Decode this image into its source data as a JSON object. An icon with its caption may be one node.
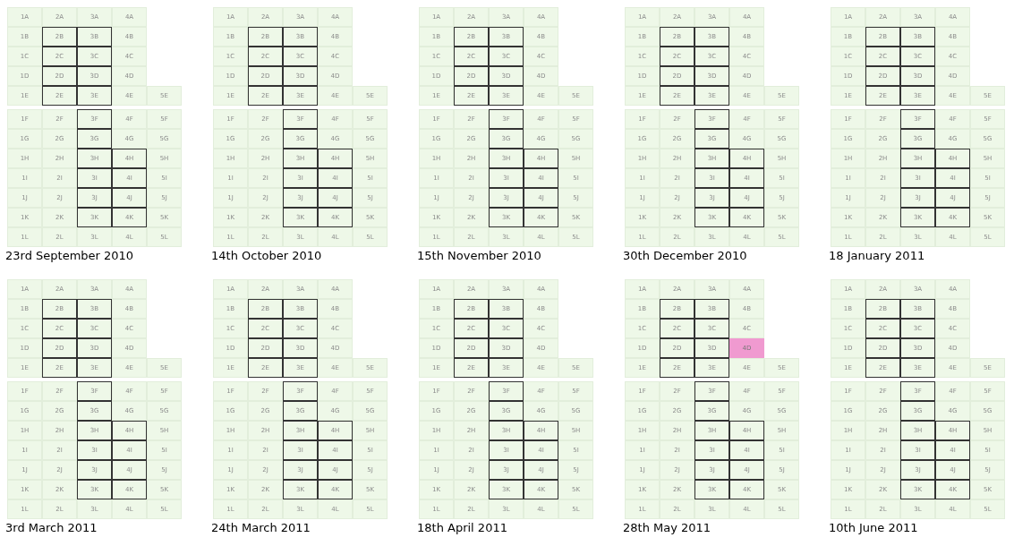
{
  "diagram": {
    "labels": [
      "1A",
      "2A",
      "3A",
      "4A",
      "1B",
      "2B",
      "3B",
      "4B",
      "1C",
      "2C",
      "3C",
      "4C",
      "1D",
      "2D",
      "3D",
      "4D",
      "1E",
      "2E",
      "3E",
      "4E",
      "5E",
      "1F",
      "2F",
      "3F",
      "4F",
      "5F",
      "1G",
      "2G",
      "3G",
      "4G",
      "5G",
      "1H",
      "2H",
      "3H",
      "4H",
      "5H",
      "1I",
      "2I",
      "3I",
      "4I",
      "5I",
      "1J",
      "2J",
      "3J",
      "4J",
      "5J",
      "1K",
      "2K",
      "3K",
      "4K",
      "5K",
      "1L",
      "2L",
      "3L",
      "4L",
      "5L",
      "23rd September 2010",
      "1A",
      "2A",
      "3A",
      "4A",
      "1B",
      "2B",
      "3B",
      "4B",
      "1C",
      "2C",
      "3C",
      "4C",
      "1D",
      "2D",
      "3D",
      "4D",
      "1E",
      "2E",
      "3E",
      "4E",
      "5E",
      "1F",
      "2F",
      "3F",
      "4F",
      "5F",
      "1G",
      "2G",
      "3G",
      "4G",
      "5G",
      "1H",
      "2H",
      "3H",
      "4H",
      "5H",
      "1I",
      "2I",
      "3I",
      "4I",
      "5I",
      "1J",
      "2J",
      "3J",
      "4J",
      "5J",
      "1K",
      "2K",
      "3K",
      "4K",
      "5K",
      "1L",
      "2L",
      "3L",
      "4L",
      "5L",
      "14th October 2010",
      "1A",
      "2A",
      "3A",
      "4A",
      "1B",
      "2B",
      "3B",
      "4B",
      "1C",
      "2C",
      "3C",
      "4C",
      "1D",
      "2D",
      "3D",
      "4D",
      "1E",
      "2E",
      "3E",
      "4E",
      "5E",
      "1F",
      "2F",
      "3F",
      "4F",
      "5F",
      "1G",
      "2G",
      "3G",
      "4G",
      "5G",
      "1H",
      "2H",
      "3H",
      "4H",
      "5H",
      "1I",
      "2I",
      "3I",
      "4I",
      "5I",
      "1J",
      "2J",
      "3J",
      "4J",
      "5J",
      "1K",
      "2K",
      "3K",
      "4K",
      "5K",
      "1L",
      "2L",
      "3L",
      "4L",
      "5L",
      "15th November 2010",
      "1A",
      "2A",
      "3A",
      "4A",
      "1B",
      "2B",
      "3B",
      "4B",
      "1C",
      "2C",
      "3C",
      "4C",
      "1D",
      "2D",
      "3D",
      "4D",
      "1E",
      "2E",
      "3E",
      "4E",
      "5E",
      "1F",
      "2F",
      "3F",
      "4F",
      "5F",
      "1G",
      "2G",
      "3G",
      "4G",
      "5G",
      "1H",
      "2H",
      "3H",
      "4H",
      "5H",
      "1I",
      "2I",
      "3I",
      "4I",
      "5I",
      "1J",
      "2J",
      "3J",
      "4J",
      "5J",
      "1K",
      "2K",
      "3K",
      "4K",
      "5K",
      "1L",
      "2L",
      "3L",
      "4L",
      "5L",
      "30th December 2010",
      "1A",
      "2A",
      "3A",
      "4A",
      "1B",
      "2B",
      "3B",
      "4B",
      "1C",
      "2C",
      "3C",
      "4C",
      "1D",
      "2D",
      "3D",
      "4D",
      "1E",
      "2E",
      "3E",
      "4E",
      "5E",
      "1F",
      "2F",
      "3F",
      "4F",
      "5F",
      "1G",
      "2G",
      "3G",
      "4G",
      "5G",
      "1H",
      "2H",
      "3H",
      "4H",
      "5H",
      "1I",
      "2I",
      "3I",
      "4I",
      "5I",
      "1J",
      "2J",
      "3J",
      "4J",
      "5J",
      "1K",
      "2K",
      "3K",
      "4K",
      "5K",
      "1L",
      "2L",
      "3L",
      "4L",
      "5L",
      "18 January 2011",
      "1A",
      "2A",
      "3A",
      "4A",
      "1B",
      "2B",
      "3B",
      "4B",
      "1C",
      "2C",
      "3C",
      "4C",
      "1D",
      "2D",
      "3D",
      "4D",
      "1E",
      "2E",
      "3E",
      "4E",
      "5E",
      "1F",
      "2F",
      "3F",
      "4F",
      "5F",
      "1G",
      "2G",
      "3G",
      "4G",
      "5G",
      "1H",
      "2H",
      "3H",
      "4H",
      "5H",
      "1I",
      "2I",
      "3I",
      "4I",
      "5I",
      "1J",
      "2J",
      "3J",
      "4J",
      "5J",
      "1K",
      "2K",
      "3K",
      "4K",
      "5K",
      "1L",
      "2L",
      "3L",
      "4L",
      "5L",
      "3rd March 2011",
      "1A",
      "2A",
      "3A",
      "4A",
      "1B",
      "2B",
      "3B",
      "4B",
      "1C",
      "2C",
      "3C",
      "4C",
      "1D",
      "2D",
      "3D",
      "4D",
      "1E",
      "2E",
      "3E",
      "4E",
      "5E",
      "1F",
      "2F",
      "3F",
      "4F",
      "5F",
      "1G",
      "2G",
      "3G",
      "4G",
      "5G",
      "1H",
      "2H",
      "3H",
      "4H",
      "5H",
      "1I",
      "2I",
      "3I",
      "4I",
      "5I",
      "1J",
      "2J",
      "3J",
      "4J",
      "5J",
      "1K",
      "2K",
      "3K",
      "4K",
      "5K",
      "1L",
      "2L",
      "3L",
      "4L",
      "5L",
      "24th March 2011",
      "1A",
      "2A",
      "3A",
      "4A",
      "1B",
      "2B",
      "3B",
      "4B",
      "1C",
      "2C",
      "3C",
      "4C",
      "1D",
      "2D",
      "3D",
      "4D",
      "1E",
      "2E",
      "3E",
      "4E",
      "5E",
      "1F",
      "2F",
      "3F",
      "4F",
      "5F",
      "1G",
      "2G",
      "3G",
      "4G",
      "5G",
      "1H",
      "2H",
      "3H",
      "4H",
      "5H",
      "1I",
      "2I",
      "3I",
      "4I",
      "5I",
      "1J",
      "2J",
      "3J",
      "4J",
      "5J",
      "1K",
      "2K",
      "3K",
      "4K",
      "5K",
      "1L",
      "2L",
      "3L",
      "4L",
      "5L",
      "18th April 2011",
      "1A",
      "2A",
      "3A",
      "4A",
      "1B",
      "2B",
      "3B",
      "4B",
      "1C",
      "2C",
      "3C",
      "4C",
      "1D",
      "2D",
      "3D",
      "4D",
      "1E",
      "2E",
      "3E",
      "4E",
      "5E",
      "1F",
      "2F",
      "3F",
      "4F",
      "5F",
      "1G",
      "2G",
      "3G",
      "4G",
      "5G",
      "1H",
      "2H",
      "3H",
      "4H",
      "5H",
      "1I",
      "2I",
      "3I",
      "4I",
      "5I",
      "1J",
      "2J",
      "3J",
      "4J",
      "5J",
      "1K",
      "2K",
      "3K",
      "4K",
      "5K",
      "1L",
      "2L",
      "3L",
      "4L",
      "5L",
      "28th May 2011",
      "1A",
      "2A",
      "3A",
      "4A",
      "1B",
      "2B",
      "3B",
      "4B",
      "1C",
      "2C",
      "3C",
      "4C",
      "1D",
      "2D",
      "3D",
      "4D",
      "1E",
      "2E",
      "3E",
      "4E",
      "5E",
      "1F",
      "2F",
      "3F",
      "4F",
      "5F",
      "1G",
      "2G",
      "3G",
      "4G",
      "5G",
      "1H",
      "2H",
      "3H",
      "4H",
      "5H",
      "1I",
      "2I",
      "3I",
      "4I",
      "5I",
      "1J",
      "2J",
      "3J",
      "4J",
      "5J",
      "1K",
      "2K",
      "3K",
      "4K",
      "5K",
      "1L",
      "2L",
      "3L",
      "4L",
      "5L",
      "10th June 2011"
    ]
  }
}
